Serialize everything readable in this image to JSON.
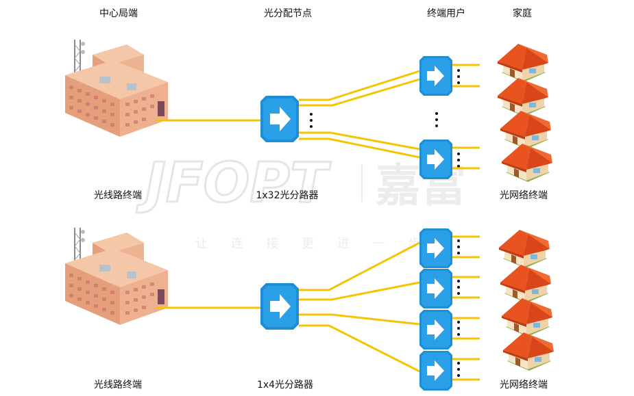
{
  "headers": {
    "central_office": "中心局端",
    "distribution_node": "光分配节点",
    "end_user": "终端用户",
    "home": "家庭"
  },
  "top_row": {
    "olt_label": "光线路终端",
    "splitter_label": "1x32光分路器",
    "onu_label": "光网络终端"
  },
  "bottom_row": {
    "olt_label": "光线路终端",
    "splitter_label": "1x4光分路器",
    "onu_label": "光网络终端"
  },
  "watermark": {
    "brand_latin": "JFOPT",
    "brand_cn": "嘉富",
    "slogan": "让 连 接 更 进 一 步"
  },
  "colors": {
    "fiber": "#f5c400",
    "splitter": "#1e8fd6",
    "splitter_dark": "#0f6fb0",
    "roof": "#e8531f",
    "wall": "#f4dfc0",
    "building": "#eab79a",
    "watermark": "#d8d8d8"
  },
  "icons": {
    "central_office": "building-with-antenna-icon",
    "splitter": "splitter-arrow-icon",
    "home": "house-icon"
  }
}
